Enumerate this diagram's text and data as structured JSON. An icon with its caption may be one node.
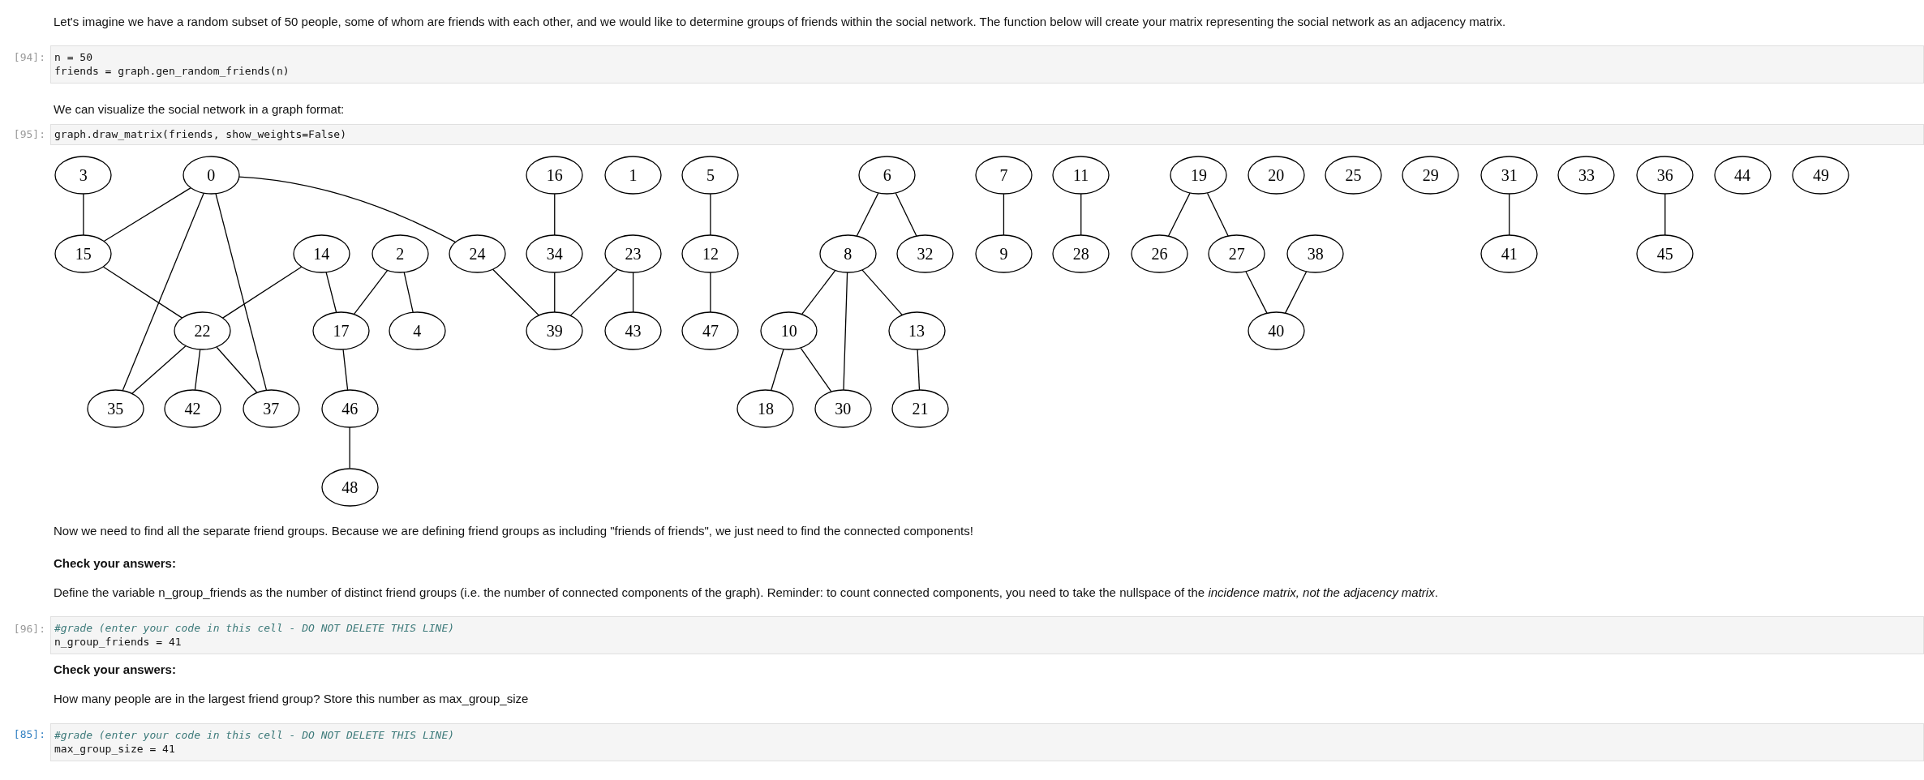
{
  "diagram": {
    "nodes": [
      {
        "text": [
          "3"
        ]
      },
      {
        "text": [
          "0"
        ]
      },
      {
        "text": [
          "16"
        ]
      },
      {
        "text": [
          "1"
        ]
      },
      {
        "text": [
          "5"
        ]
      },
      {
        "text": [
          "6"
        ]
      },
      {
        "text": [
          "7"
        ]
      },
      {
        "text": [
          "11"
        ]
      },
      {
        "text": [
          "19"
        ]
      },
      {
        "text": [
          "20"
        ]
      },
      {
        "text": [
          "25"
        ]
      },
      {
        "text": [
          "29"
        ]
      },
      {
        "text": [
          "31"
        ]
      },
      {
        "text": [
          "33"
        ]
      },
      {
        "text": [
          "36"
        ]
      },
      {
        "text": [
          "44"
        ]
      },
      {
        "text": [
          "49"
        ]
      },
      {
        "text": [
          "15"
        ]
      },
      {
        "text": [
          "14"
        ]
      },
      {
        "text": [
          "2"
        ]
      },
      {
        "text": [
          "24"
        ]
      },
      {
        "text": [
          "34"
        ]
      },
      {
        "text": [
          "23"
        ]
      },
      {
        "text": [
          "12"
        ]
      },
      {
        "text": [
          "8"
        ]
      },
      {
        "text": [
          "32"
        ]
      },
      {
        "text": [
          "9"
        ]
      },
      {
        "text": [
          "28"
        ]
      },
      {
        "text": [
          "26"
        ]
      },
      {
        "text": [
          "27"
        ]
      },
      {
        "text": [
          "38"
        ]
      },
      {
        "text": [
          "41"
        ]
      },
      {
        "text": [
          "45"
        ]
      },
      {
        "text": [
          "22"
        ]
      },
      {
        "text": [
          "17"
        ]
      },
      {
        "text": [
          "4"
        ]
      },
      {
        "text": [
          "39"
        ]
      },
      {
        "text": [
          "43"
        ]
      },
      {
        "text": [
          "47"
        ]
      },
      {
        "text": [
          "10"
        ]
      },
      {
        "text": [
          "13"
        ]
      },
      {
        "text": [
          "40"
        ]
      },
      {
        "text": [
          "35"
        ]
      },
      {
        "text": [
          "42"
        ]
      },
      {
        "text": [
          "37"
        ]
      },
      {
        "text": [
          "46"
        ]
      },
      {
        "text": [
          "18"
        ]
      },
      {
        "text": [
          "30"
        ]
      },
      {
        "text": [
          "21"
        ]
      },
      {
        "text": [
          "48"
        ]
      }
    ],
    "edges": [
      {
        "from": 0,
        "to": 17,
        "arrow": "none"
      },
      {
        "from": 1,
        "to": 17,
        "arrow": "none"
      },
      {
        "from": 1,
        "to": 42,
        "arrow": "none"
      },
      {
        "from": 1,
        "to": 44,
        "arrow": "none"
      },
      {
        "from": 1,
        "to": 20,
        "arrow": "none"
      },
      {
        "from": 17,
        "to": 33,
        "arrow": "none"
      },
      {
        "from": 18,
        "to": 33,
        "arrow": "none"
      },
      {
        "from": 18,
        "to": 34,
        "arrow": "none"
      },
      {
        "from": 19,
        "to": 34,
        "arrow": "none"
      },
      {
        "from": 19,
        "to": 35,
        "arrow": "none"
      },
      {
        "from": 33,
        "to": 42,
        "arrow": "none"
      },
      {
        "from": 33,
        "to": 43,
        "arrow": "none"
      },
      {
        "from": 33,
        "to": 44,
        "arrow": "none"
      },
      {
        "from": 34,
        "to": 45,
        "arrow": "none"
      },
      {
        "from": 45,
        "to": 49,
        "arrow": "none"
      },
      {
        "from": 20,
        "to": 36,
        "arrow": "none"
      },
      {
        "from": 2,
        "to": 21,
        "arrow": "none"
      },
      {
        "from": 21,
        "to": 36,
        "arrow": "none"
      },
      {
        "from": 22,
        "to": 36,
        "arrow": "none"
      },
      {
        "from": 22,
        "to": 37,
        "arrow": "none"
      },
      {
        "from": 4,
        "to": 23,
        "arrow": "none"
      },
      {
        "from": 23,
        "to": 38,
        "arrow": "none"
      },
      {
        "from": 5,
        "to": 24,
        "arrow": "none"
      },
      {
        "from": 5,
        "to": 25,
        "arrow": "none"
      },
      {
        "from": 24,
        "to": 39,
        "arrow": "none"
      },
      {
        "from": 24,
        "to": 47,
        "arrow": "none"
      },
      {
        "from": 24,
        "to": 40,
        "arrow": "none"
      },
      {
        "from": 39,
        "to": 46,
        "arrow": "none"
      },
      {
        "from": 39,
        "to": 47,
        "arrow": "none"
      },
      {
        "from": 40,
        "to": 48,
        "arrow": "none"
      },
      {
        "from": 6,
        "to": 26,
        "arrow": "none"
      },
      {
        "from": 7,
        "to": 27,
        "arrow": "none"
      },
      {
        "from": 8,
        "to": 28,
        "arrow": "none"
      },
      {
        "from": 8,
        "to": 29,
        "arrow": "none"
      },
      {
        "from": 29,
        "to": 41,
        "arrow": "none"
      },
      {
        "from": 30,
        "to": 41,
        "arrow": "none"
      },
      {
        "from": 12,
        "to": 31,
        "arrow": "none"
      },
      {
        "from": 14,
        "to": 32,
        "arrow": "none"
      }
    ],
    "labels": [
      "Let's imagine we have a random subset of 50 people, some of whom are friends with each other, and we would like to determine groups of friends within the social network. The function below will create your matrix representing the social network as an adjacency matrix.",
      "[94]:",
      "n = 50",
      "friends = graph.gen_random_friends(n)",
      "We can visualize the social network in a graph format:",
      "[95]:",
      "graph.draw_matrix(friends, show_weights=False)",
      "Now we need to find all the separate friend groups. Because we are defining friend groups as including \"friends of friends\", we just need to find the connected components!",
      "Check your answers:",
      "Define the variable n_group_friends as the number of distinct friend groups (i.e. the number of connected components of the graph). Reminder: to count connected components, you need to take the nullspace of the *incidence matrix, not the adjacency matrix*.",
      "[96]:",
      "#grade (enter your code in this cell - DO NOT DELETE THIS LINE)",
      "n_group_friends = 41",
      "Check your answers:",
      "How many people are in the largest friend group? Store this number as max_group_size",
      "[85]:",
      "#grade (enter your code in this cell - DO NOT DELETE THIS LINE)",
      "max_group_size = 41"
    ]
  }
}
